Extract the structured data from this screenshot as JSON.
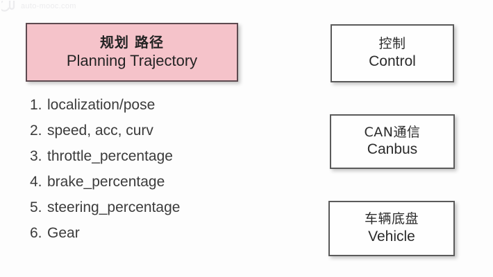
{
  "watermark": {
    "icon": "auto-mooc-logo-icon",
    "text": "auto-mooc.com"
  },
  "colors": {
    "planning_fill": "#f5c3ca",
    "planning_border": "#5d4a50",
    "box_border": "#5a5a5a",
    "box_fill": "#fefefe",
    "text": "#3b3b3b",
    "background": "#fdfdfd"
  },
  "planning_box": {
    "title_cn": "规划 路径",
    "title_en": "Planning Trajectory"
  },
  "list": {
    "items": [
      {
        "num": "1.",
        "text": "localization/pose"
      },
      {
        "num": "2.",
        "text": "speed, acc, curv"
      },
      {
        "num": "3.",
        "text": "throttle_percentage"
      },
      {
        "num": "4.",
        "text": "brake_percentage"
      },
      {
        "num": "5.",
        "text": "steering_percentage"
      },
      {
        "num": "6.",
        "text": "Gear"
      }
    ]
  },
  "stack": {
    "boxes": [
      {
        "title_cn": "控制",
        "title_en": "Control"
      },
      {
        "title_cn": "CAN通信",
        "title_en": "Canbus"
      },
      {
        "title_cn": "车辆底盘",
        "title_en": "Vehicle"
      }
    ]
  }
}
